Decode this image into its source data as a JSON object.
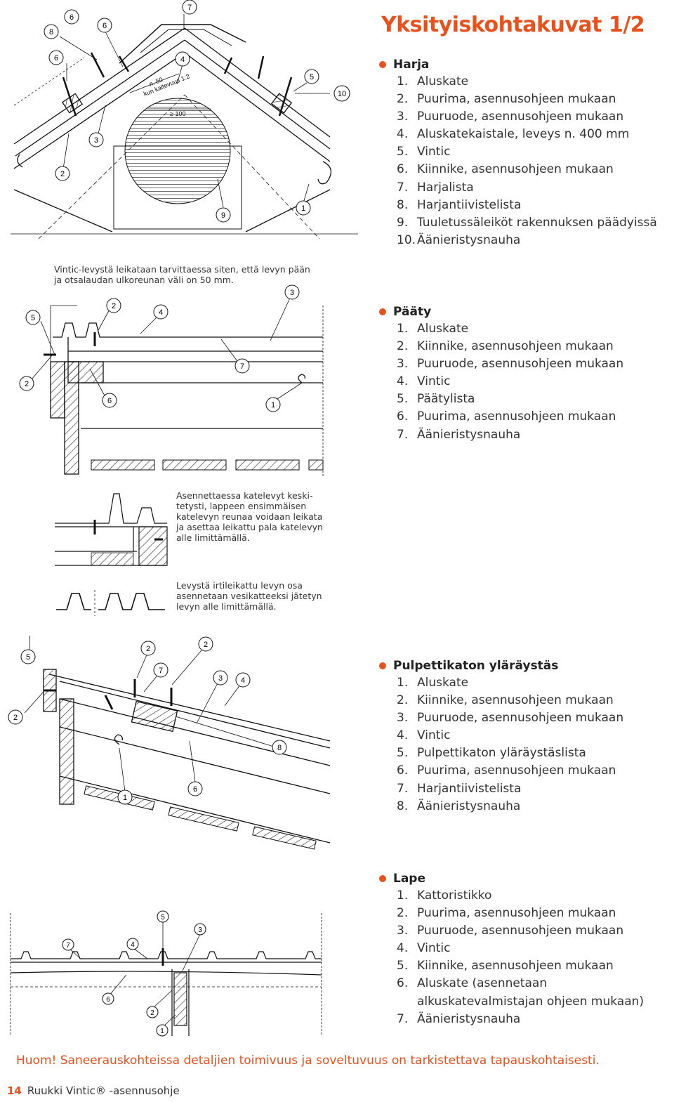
{
  "title": "Yksityiskohtakuvat 1/2",
  "sections": [
    {
      "heading": "Harja",
      "items": [
        {
          "num": "1.",
          "text": "Aluskate"
        },
        {
          "num": "2.",
          "text": "Puurima, asennusohjeen mukaan"
        },
        {
          "num": "3.",
          "text": "Puuruode, asennusohjeen mukaan"
        },
        {
          "num": "4.",
          "text": "Aluskatekaistale, leveys n. 400 mm"
        },
        {
          "num": "5.",
          "text": "Vintic"
        },
        {
          "num": "6.",
          "text": "Kiinnike, asennusohjeen mukaan"
        },
        {
          "num": "7.",
          "text": "Harjalista"
        },
        {
          "num": "8.",
          "text": "Harjantiivistelista"
        },
        {
          "num": "9.",
          "text": "Tuuletussäleiköt rakennuksen päädyissä"
        },
        {
          "num": "10.",
          "text": "Äänieristysnauha"
        }
      ]
    },
    {
      "heading": "Pääty",
      "items": [
        {
          "num": "1.",
          "text": "Aluskate"
        },
        {
          "num": "2.",
          "text": "Kiinnike, asennusohjeen mukaan"
        },
        {
          "num": "3.",
          "text": "Puuruode, asennusohjeen mukaan"
        },
        {
          "num": "4.",
          "text": "Vintic"
        },
        {
          "num": "5.",
          "text": "Päätylista"
        },
        {
          "num": "6.",
          "text": "Puurima, asennusohjeen mukaan"
        },
        {
          "num": "7.",
          "text": "Äänieristysnauha"
        }
      ]
    },
    {
      "heading": "Pulpettikaton yläräystäs",
      "items": [
        {
          "num": "1.",
          "text": "Aluskate"
        },
        {
          "num": "2.",
          "text": "Kiinnike, asennusohjeen mukaan"
        },
        {
          "num": "3.",
          "text": "Puuruode, asennusohjeen mukaan"
        },
        {
          "num": "4.",
          "text": "Vintic"
        },
        {
          "num": "5.",
          "text": "Pulpettikaton yläräystäslista"
        },
        {
          "num": "6.",
          "text": "Puurima, asennusohjeen mukaan"
        },
        {
          "num": "7.",
          "text": "Harjantiivistelista"
        },
        {
          "num": "8.",
          "text": "Äänieristysnauha"
        }
      ]
    },
    {
      "heading": "Lape",
      "items": [
        {
          "num": "1.",
          "text": "Kattoristikko"
        },
        {
          "num": "2.",
          "text": "Puurima, asennusohjeen mukaan"
        },
        {
          "num": "3.",
          "text": "Puuruode, asennusohjeen mukaan"
        },
        {
          "num": "4.",
          "text": "Vintic"
        },
        {
          "num": "5.",
          "text": "Kiinnike, asennusohjeen mukaan"
        },
        {
          "num": "6.",
          "text": "Aluskate (asennetaan alkuskatevalmistajan ohjeen mukaan)"
        },
        {
          "num": "7.",
          "text": "Äänieristysnauha"
        }
      ]
    }
  ],
  "notes": {
    "vintic_cut": "Vintic-levystä leikataan tarvittaessa siten, että levyn pään\nja otsalaudan ulkoreunan väli on 50 mm.",
    "centered": "Asennettaessa katelevyt keski-\ntetysti, lappeen ensimmäisen\nkatelevyn reunaa voidaan leikata\nja asettaa leikattu pala katelevyn\nalle limittämällä.",
    "cut_piece": "Levystä irtileikattu levyn osa\nasennetaan vesikatteeksi jätetyn\nlevyn alle limittämällä."
  },
  "diagram_labels": {
    "harja": {
      "dim1": "n. 50",
      "dim2": "kun kaltevuus 1:2",
      "dim3": "≥ 100",
      "callouts": [
        "7",
        "8",
        "6",
        "6",
        "6",
        "4",
        "5",
        "10",
        "3",
        "2",
        "9",
        "1"
      ]
    },
    "paaty": {
      "callouts": [
        "5",
        "2",
        "4",
        "3",
        "2",
        "7",
        "6",
        "1"
      ]
    },
    "pulpetti": {
      "callouts": [
        "5",
        "2",
        "2",
        "7",
        "3",
        "4",
        "2",
        "8",
        "1",
        "6"
      ]
    },
    "lape": {
      "callouts": [
        "5",
        "3",
        "7",
        "4",
        "6",
        "2",
        "1"
      ]
    }
  },
  "huom": "Huom! Saneerauskohteissa detaljien toimivuus ja soveltuvuus on tarkistettava tapauskohtaisesti.",
  "footer": {
    "page": "14",
    "text": "Ruukki Vintic® -asennusohje"
  },
  "colors": {
    "accent": "#e8501c",
    "text": "#333333",
    "line": "#111111"
  }
}
